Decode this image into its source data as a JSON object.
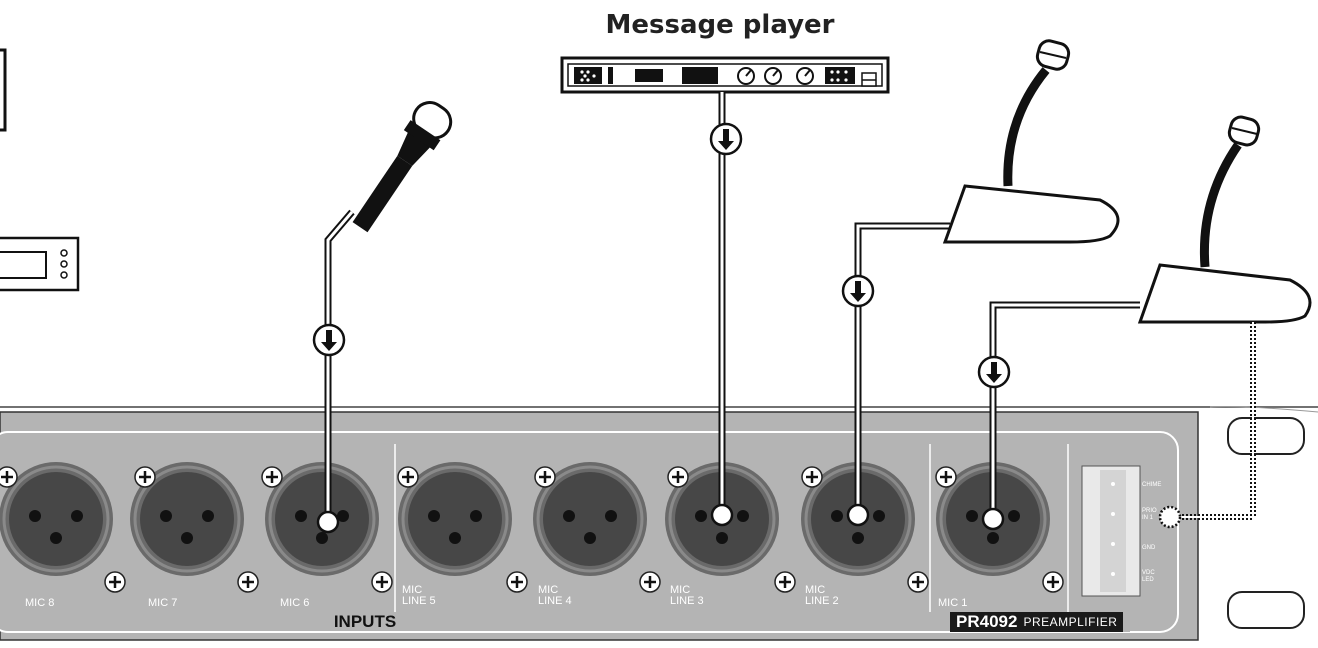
{
  "title": "Message player",
  "inputs_label": "INPUTS",
  "model_name": "PR4092",
  "model_sub": "PREAMPLIFIER",
  "channels": [
    {
      "line1": "",
      "line2": "MIC 8"
    },
    {
      "line1": "",
      "line2": "MIC 7"
    },
    {
      "line1": "",
      "line2": "MIC 6"
    },
    {
      "line1": "MIC",
      "line2": "LINE 5"
    },
    {
      "line1": "MIC",
      "line2": "LINE 4"
    },
    {
      "line1": "MIC",
      "line2": "LINE 3"
    },
    {
      "line1": "MIC",
      "line2": "LINE 2"
    },
    {
      "line1": "",
      "line2": "MIC 1"
    }
  ],
  "terminals": {
    "t1": "CHIME",
    "t2a": "PRIO",
    "t2b": "IN 1",
    "t3": "GND",
    "t4a": "VDC",
    "t4b": "LED"
  },
  "colors": {
    "panel": "#b4b4b4",
    "connector": "#474747",
    "ring": "#6a6a6a",
    "ink": "#111111"
  }
}
